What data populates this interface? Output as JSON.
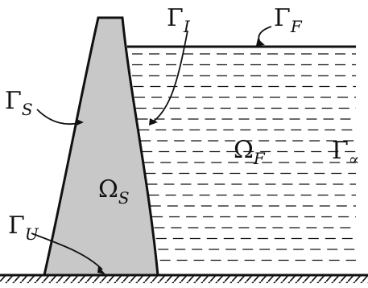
{
  "figure": {
    "colors": {
      "structure_fill": "#c8c8c8",
      "stroke": "#111111",
      "background": "#ffffff"
    },
    "labels": {
      "gamma_i": {
        "main": "Γ",
        "sub": "I"
      },
      "gamma_f": {
        "main": "Γ",
        "sub": "F"
      },
      "gamma_s": {
        "main": "Γ",
        "sub": "S"
      },
      "gamma_u": {
        "main": "Γ",
        "sub": "U"
      },
      "gamma_inf": {
        "main": "Γ",
        "sub": "∝"
      },
      "omega_s": {
        "main": "Ω",
        "sub": "S"
      },
      "omega_f": {
        "main": "Ω",
        "sub": "F"
      }
    }
  }
}
